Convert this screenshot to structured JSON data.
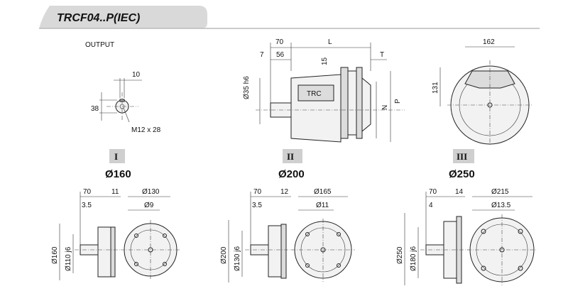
{
  "title": "TRCF04..P(IEC)",
  "output": {
    "label": "OUTPUT",
    "key_width": "10",
    "shaft_height": "38",
    "thread": "M12 x 28"
  },
  "main_view": {
    "dim_70": "70",
    "dim_L": "L",
    "dim_7": "7",
    "dim_56": "56",
    "dim_15": "15",
    "dim_T": "T",
    "dim_shaft": "Ø35 h6",
    "dim_N": "N",
    "dim_P": "P",
    "logo_text": "TRC"
  },
  "end_view": {
    "width": "162",
    "height": "131"
  },
  "flange_options": [
    {
      "roman": "I",
      "diameter": "Ø160",
      "d70": "70",
      "dT": "11",
      "dP": "Ø130",
      "dHole": "Ø9",
      "dOff": "3.5",
      "dFlange": "Ø160",
      "dSpig": "Ø110 j6"
    },
    {
      "roman": "II",
      "diameter": "Ø200",
      "d70": "70",
      "dT": "12",
      "dP": "Ø165",
      "dHole": "Ø11",
      "dOff": "3.5",
      "dFlange": "Ø200",
      "dSpig": "Ø130 j6"
    },
    {
      "roman": "III",
      "diameter": "Ø250",
      "d70": "70",
      "dT": "14",
      "dP": "Ø215",
      "dHole": "Ø13.5",
      "dOff": "4",
      "dFlange": "Ø250",
      "dSpig": "Ø180 j6"
    }
  ]
}
